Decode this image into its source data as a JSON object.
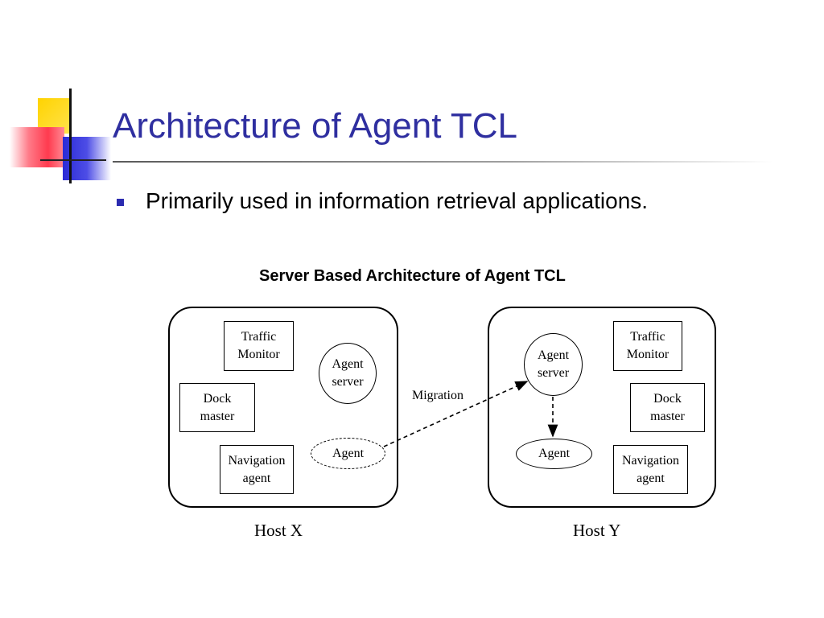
{
  "slide": {
    "title": "Architecture of Agent TCL",
    "bullets": [
      "Primarily used in information retrieval applications."
    ]
  },
  "diagram": {
    "caption": "Server Based Architecture of Agent TCL",
    "hosts": [
      {
        "label": "Host X",
        "components": {
          "traffic_monitor": [
            "Traffic",
            "Monitor"
          ],
          "dock_master": [
            "Dock",
            "master"
          ],
          "navigation_agent": [
            "Navigation",
            "agent"
          ],
          "agent_server": [
            "Agent",
            "server"
          ],
          "agent": "Agent"
        }
      },
      {
        "label": "Host Y",
        "components": {
          "traffic_monitor": [
            "Traffic",
            "Monitor"
          ],
          "dock_master": [
            "Dock",
            "master"
          ],
          "navigation_agent": [
            "Navigation",
            "agent"
          ],
          "agent_server": [
            "Agent",
            "server"
          ],
          "agent": "Agent"
        }
      }
    ],
    "migration_label": "Migration"
  }
}
